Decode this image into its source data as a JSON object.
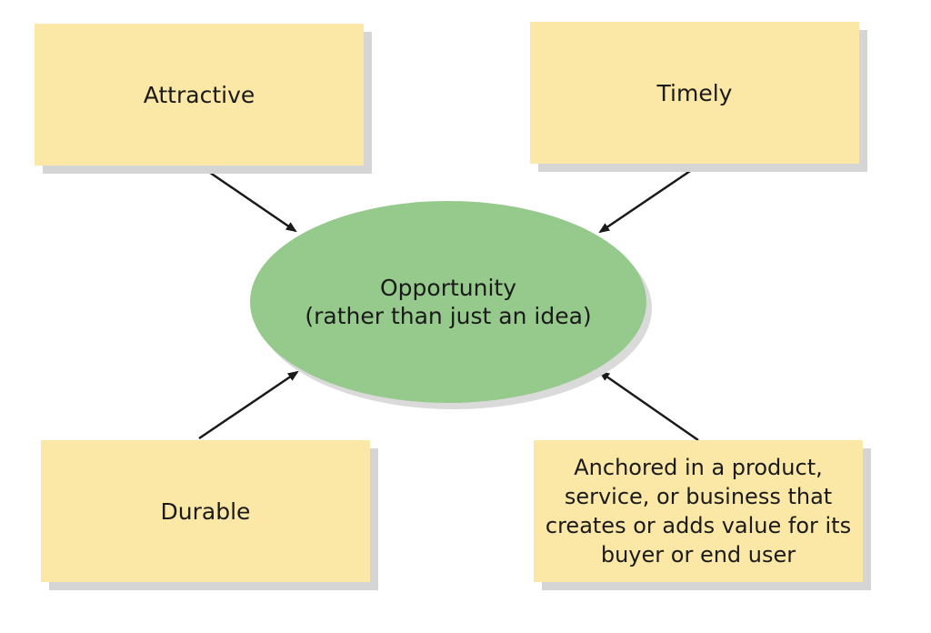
{
  "center": {
    "line1": "Opportunity",
    "line2": "(rather than just an idea)"
  },
  "boxes": {
    "attractive": "Attractive",
    "timely": "Timely",
    "durable": "Durable",
    "anchored": "Anchored in a product, service, or business that creates or adds value for its buyer or end user"
  },
  "colors": {
    "box_fill": "#fbe8a6",
    "ellipse_fill": "#96c98c",
    "arrow": "#1a1a1a"
  }
}
